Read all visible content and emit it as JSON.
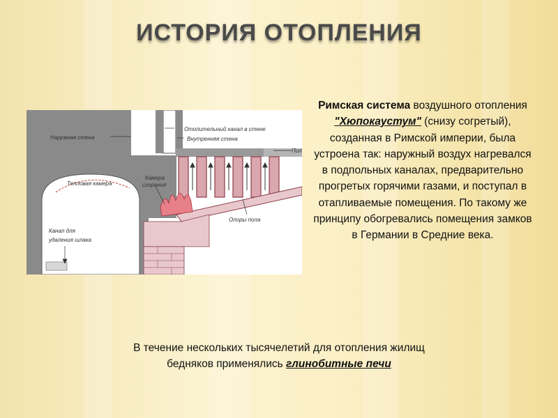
{
  "slide": {
    "title": "ИСТОРИЯ ОТОПЛЕНИЯ"
  },
  "diagram": {
    "labels": {
      "outer_wall": "Наружная стена",
      "heating_channel": "Отопительный канал в стене",
      "inner_wall": "Внутренняя стена",
      "floor": "Пол",
      "heat_chamber": "Тепловая камера",
      "combustion_chamber_line1": "Камера",
      "combustion_chamber_line2": "сгорания",
      "floor_supports": "Опоры пола",
      "slag_channel_line1": "Канал для",
      "slag_channel_line2": "удаления шлака"
    }
  },
  "description": {
    "bold_intro": "Римская система",
    "text1": " воздушного отопления ",
    "term": "\"Хюпокаустум\"",
    "text2": " (снизу согретый), созданная в Римской империи, была устроена так: наружный воздух нагревался в подпольных каналах, предварительно прогретых горячими газами, и поступал в отапливаемые помещения. По такому же принципу обогревались помещения замков в Германии в Средние века."
  },
  "footer": {
    "line1": "В течение нескольких тысячелетий для отопления жилищ",
    "line2_prefix": "бедняков применялись ",
    "line2_term": "глинобитные печи"
  }
}
